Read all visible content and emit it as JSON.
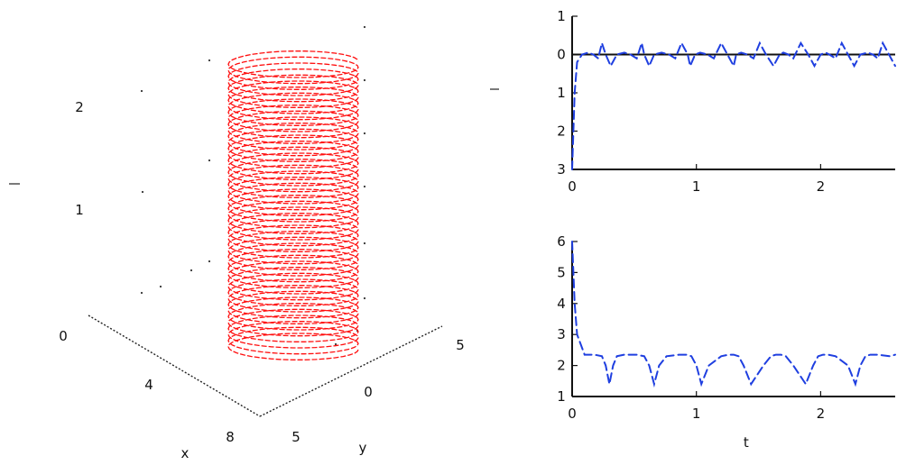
{
  "chart_data": [
    {
      "type": "line3d",
      "title": "",
      "xlabel": "x",
      "ylabel": "y",
      "zlabel": "",
      "x_ticks": [
        "4",
        "8"
      ],
      "y_ticks": [
        "5",
        "0",
        "5"
      ],
      "z_ticks": [
        "0",
        "1",
        "2"
      ],
      "zlim": [
        0,
        2.6
      ],
      "series": [
        {
          "description": "helix",
          "color": "#ff0000",
          "radius": 1,
          "center": [
            6,
            0
          ],
          "z_start": 0.4,
          "z_end": 2.5,
          "turns": 48
        }
      ],
      "grid": false
    },
    {
      "type": "line",
      "title": "",
      "xlabel": "",
      "ylabel": "",
      "xlim": [
        0,
        2.6
      ],
      "ylim": [
        -3,
        1
      ],
      "x_ticks": [
        "0",
        "1",
        "2"
      ],
      "y_ticks": [
        "3",
        "2",
        "1",
        "0",
        "1"
      ],
      "y_tick_values": [
        -3,
        -2,
        -1,
        0,
        1
      ],
      "series": [
        {
          "color": "#1f3fe0",
          "x": [
            0.0,
            0.01,
            0.02,
            0.04,
            0.08,
            0.13,
            0.17,
            0.21,
            0.24,
            0.27,
            0.31,
            0.36,
            0.42,
            0.47,
            0.52,
            0.56,
            0.58,
            0.62,
            0.66,
            0.72,
            0.78,
            0.83,
            0.88,
            0.93,
            0.95,
            0.99,
            1.03,
            1.09,
            1.14,
            1.2,
            1.25,
            1.3,
            1.32,
            1.36,
            1.41,
            1.46,
            1.51,
            1.56,
            1.62,
            1.67,
            1.7,
            1.74,
            1.78,
            1.84,
            1.9,
            1.95,
            2.0,
            2.04,
            2.07,
            2.12,
            2.17,
            2.22,
            2.27,
            2.32,
            2.38,
            2.42,
            2.46,
            2.5,
            2.55,
            2.6
          ],
          "y": [
            -3.0,
            -2.0,
            -1.0,
            -0.2,
            0.0,
            0.05,
            0.0,
            -0.1,
            0.3,
            0.0,
            -0.3,
            0.0,
            0.05,
            0.0,
            -0.1,
            0.3,
            0.0,
            -0.3,
            0.0,
            0.05,
            0.0,
            -0.1,
            0.3,
            0.0,
            -0.3,
            0.0,
            0.05,
            0.0,
            -0.1,
            0.3,
            0.0,
            -0.3,
            0.0,
            0.05,
            0.0,
            -0.1,
            0.3,
            0.0,
            -0.3,
            0.0,
            0.05,
            0.0,
            -0.1,
            0.3,
            0.0,
            -0.3,
            0.0,
            0.05,
            0.0,
            -0.1,
            0.3,
            0.0,
            -0.3,
            0.0,
            0.05,
            0.0,
            -0.1,
            0.3,
            0.0,
            -0.3
          ]
        }
      ],
      "grid": false
    },
    {
      "type": "line",
      "title": "",
      "xlabel": "t",
      "ylabel": "",
      "xlim": [
        0,
        2.6
      ],
      "ylim": [
        1,
        6
      ],
      "x_ticks": [
        "0",
        "1",
        "2"
      ],
      "y_ticks": [
        "1",
        "2",
        "3",
        "4",
        "5",
        "6"
      ],
      "y_tick_values": [
        1,
        2,
        3,
        4,
        5,
        6
      ],
      "series": [
        {
          "color": "#1f3fe0",
          "x": [
            0.0,
            0.01,
            0.02,
            0.04,
            0.1,
            0.18,
            0.24,
            0.27,
            0.3,
            0.33,
            0.36,
            0.42,
            0.52,
            0.58,
            0.62,
            0.66,
            0.7,
            0.76,
            0.86,
            0.92,
            0.96,
            1.0,
            1.04,
            1.1,
            1.2,
            1.26,
            1.3,
            1.34,
            1.38,
            1.44,
            1.54,
            1.6,
            1.64,
            1.68,
            1.72,
            1.78,
            1.88,
            1.94,
            1.98,
            2.02,
            2.06,
            2.12,
            2.22,
            2.28,
            2.32,
            2.36,
            2.4,
            2.46,
            2.56,
            2.6
          ],
          "y": [
            6.0,
            5.0,
            4.0,
            3.0,
            2.35,
            2.35,
            2.3,
            2.0,
            1.4,
            2.0,
            2.3,
            2.35,
            2.35,
            2.3,
            2.0,
            1.4,
            2.0,
            2.3,
            2.35,
            2.35,
            2.3,
            2.0,
            1.4,
            2.0,
            2.3,
            2.35,
            2.35,
            2.3,
            2.0,
            1.4,
            2.0,
            2.3,
            2.35,
            2.35,
            2.3,
            2.0,
            1.4,
            2.0,
            2.3,
            2.35,
            2.35,
            2.3,
            2.0,
            1.4,
            2.0,
            2.3,
            2.35,
            2.35,
            2.3,
            2.35
          ]
        }
      ],
      "grid": false
    }
  ]
}
